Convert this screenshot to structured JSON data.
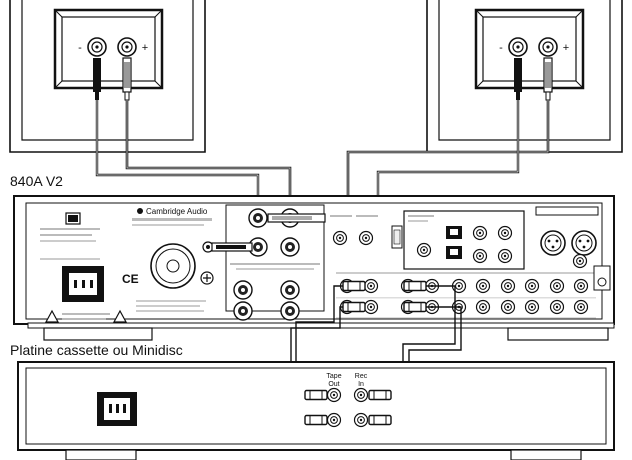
{
  "model_label": "840A V2",
  "deck_label": "Platine cassette ou Minidisc",
  "brand_label": "Cambridge Audio",
  "tape_jacks": {
    "out_label": "Tape\nOut",
    "in_label": "Rec\nIn"
  },
  "terminal_marks": {
    "minus": "-",
    "plus": "+"
  },
  "amp_marks": {
    "ce": "CE"
  },
  "icons": {
    "power_inlet": "iec-power-inlet-icon",
    "warning": "warning-triangle-icon",
    "rca_jack": "rca-jack-icon",
    "xlr_jack": "xlr-jack-icon",
    "binding_post": "binding-post-icon"
  },
  "colors": {
    "line": "#111111",
    "grey_cable": "#9a9a9a",
    "panel": "#f4f4f4"
  }
}
